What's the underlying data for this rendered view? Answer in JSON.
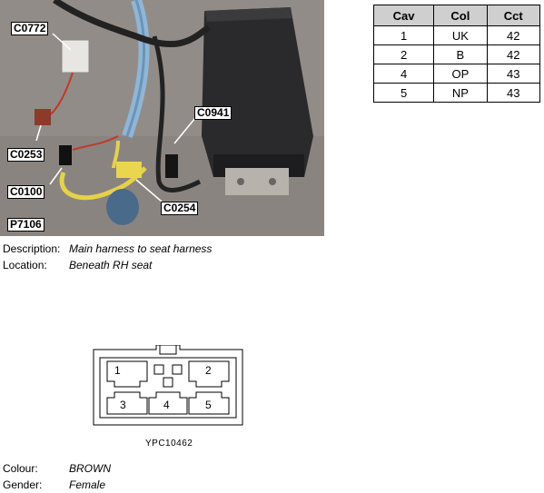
{
  "photo": {
    "callouts": [
      "C0772",
      "C0941",
      "C0253",
      "C0100",
      "C0254",
      "P7106"
    ]
  },
  "table": {
    "headers": [
      "Cav",
      "Col",
      "Cct"
    ],
    "rows": [
      {
        "cav": "1",
        "col": "UK",
        "cct": "42"
      },
      {
        "cav": "2",
        "col": "B",
        "cct": "42"
      },
      {
        "cav": "4",
        "col": "OP",
        "cct": "43"
      },
      {
        "cav": "5",
        "col": "NP",
        "cct": "43"
      }
    ]
  },
  "info": {
    "description_label": "Description:",
    "description_value": "Main harness to seat harness",
    "location_label": "Location:",
    "location_value": "Beneath RH seat",
    "colour_label": "Colour:",
    "colour_value": "BROWN",
    "gender_label": "Gender:",
    "gender_value": "Female"
  },
  "diagram": {
    "pins": [
      "1",
      "2",
      "3",
      "4",
      "5"
    ],
    "reference": "YPC10462"
  }
}
